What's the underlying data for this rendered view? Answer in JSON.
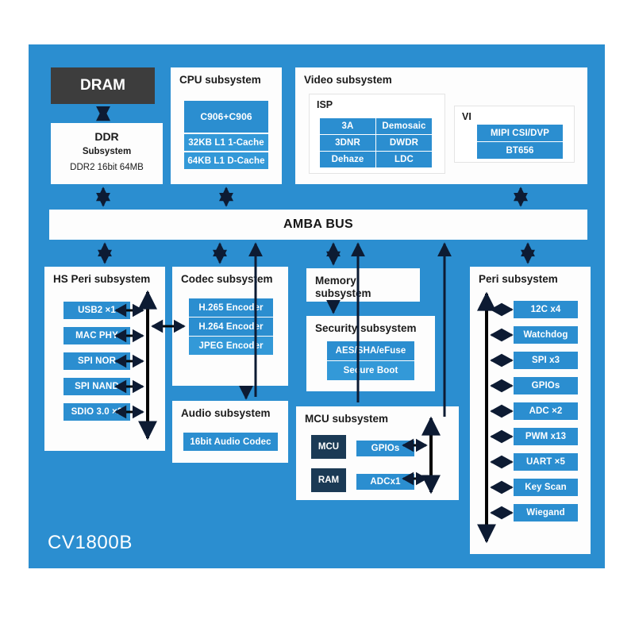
{
  "chip": {
    "label": "CV1800B",
    "canvas_color": "#2b8ed0",
    "block_color": "#2b8ed0",
    "dark_color": "#3d3d3d",
    "navy_color": "#1b3a55",
    "panel_color": "#fdfdfd"
  },
  "bus": {
    "label": "AMBA BUS"
  },
  "dram": {
    "label": "DRAM"
  },
  "ddr": {
    "title": "DDR",
    "subtitle": "Subsystem",
    "detail": "DDR2 16bit 64MB"
  },
  "cpu": {
    "title": "CPU subsystem",
    "core": "C906+C906",
    "caches": [
      "32KB L1 1-Cache",
      "64KB L1 D-Cache"
    ]
  },
  "video": {
    "title": "Video subsystem",
    "isp": {
      "title": "ISP",
      "left": [
        "3A",
        "3DNR",
        "Dehaze"
      ],
      "right": [
        "Demosaic",
        "DWDR",
        "LDC"
      ]
    },
    "vi": {
      "title": "VI",
      "items": [
        "MIPI CSI/DVP",
        "BT656"
      ]
    }
  },
  "hsperi": {
    "title": "HS Peri subsystem",
    "items": [
      "USB2 ×1",
      "MAC PHY",
      "SPI NOR",
      "SPI NAND",
      "SDIO 3.0 ×2"
    ]
  },
  "codec": {
    "title": "Codec subsystem",
    "items": [
      "H.265 Encoder",
      "H.264 Encoder",
      "JPEG Encoder"
    ]
  },
  "audio": {
    "title": "Audio subsystem",
    "items": [
      "16bit Audio Codec"
    ]
  },
  "memory": {
    "title": "Memory\nsubsystem"
  },
  "security": {
    "title": "Security subsystem",
    "items": [
      "AES/SHA/eFuse",
      "Secure Boot"
    ]
  },
  "mcu": {
    "title": "MCU subsystem",
    "blocks": [
      "MCU",
      "RAM"
    ],
    "items": [
      "GPIOs",
      "ADCx1"
    ]
  },
  "peri": {
    "title": "Peri subsystem",
    "items": [
      "12C x4",
      "Watchdog",
      "SPI x3",
      "GPIOs",
      "ADC ×2",
      "PWM x13",
      "UART ×5",
      "Key Scan",
      "Wiegand"
    ]
  }
}
